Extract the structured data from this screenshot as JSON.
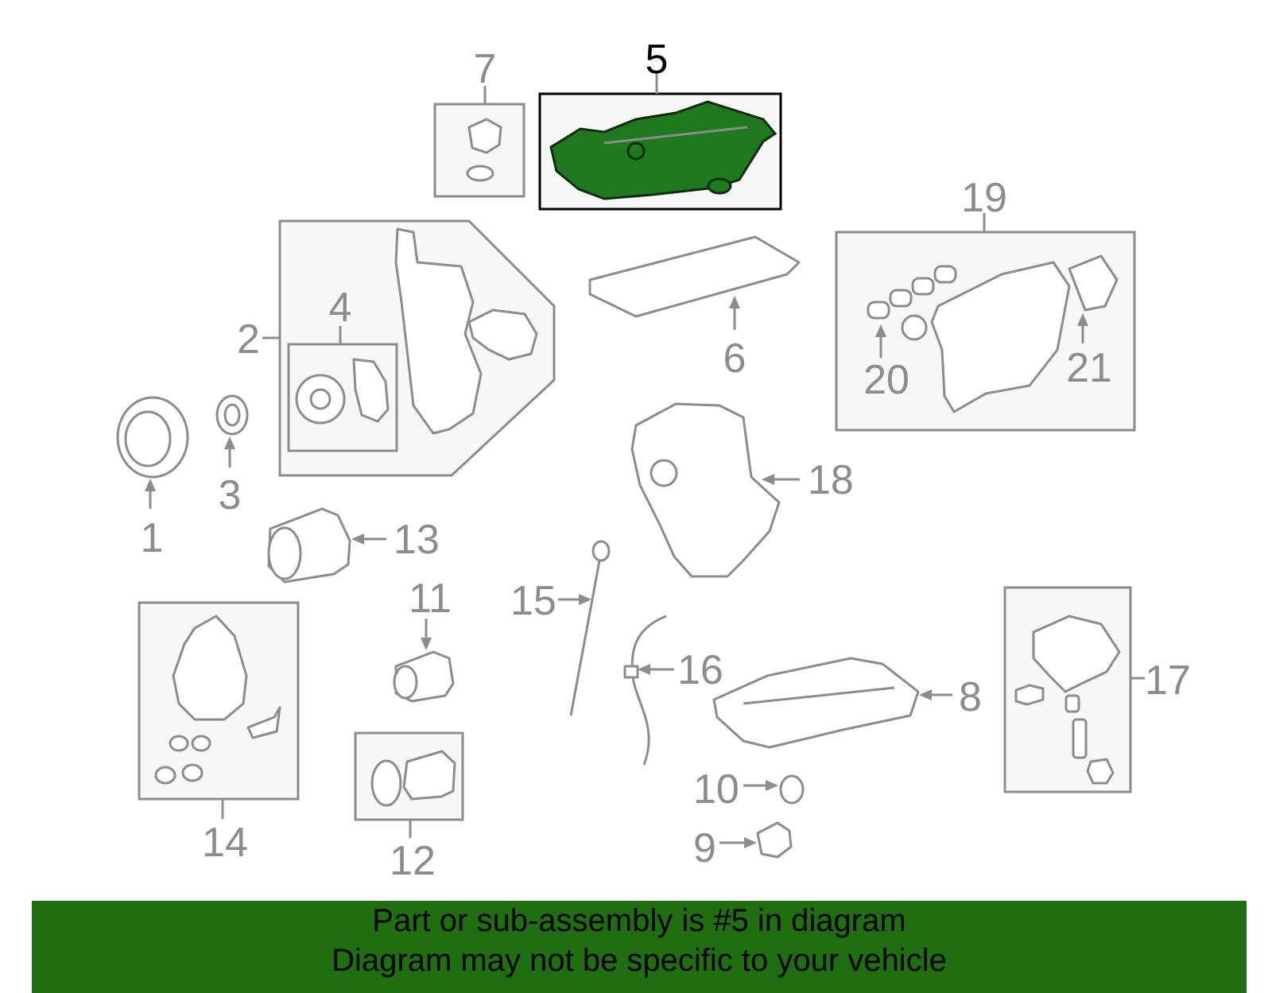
{
  "diagram": {
    "selected_part": "5",
    "highlight_color": "#1f7a1f",
    "line_color": "#8c8c8c",
    "callouts": [
      "1",
      "2",
      "3",
      "4",
      "5",
      "6",
      "7",
      "8",
      "9",
      "10",
      "11",
      "12",
      "13",
      "14",
      "15",
      "16",
      "17",
      "18",
      "19",
      "20",
      "21"
    ]
  },
  "banner": {
    "line1": "Part or sub-assembly is #5 in diagram",
    "line2": "Diagram may not be specific to your vehicle",
    "background": "#1f6e0f"
  }
}
